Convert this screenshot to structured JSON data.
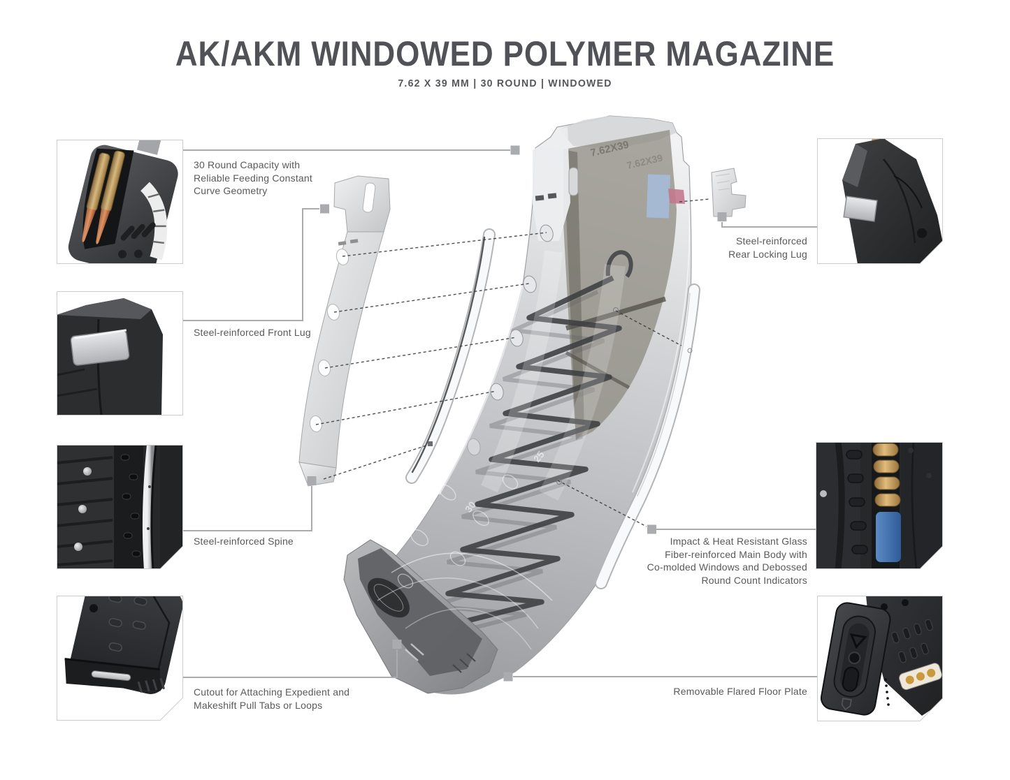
{
  "header": {
    "title": "AK/AKM WINDOWED POLYMER MAGAZINE",
    "subtitle": "7.62 X 39 MM | 30 ROUND | WINDOWED"
  },
  "callouts": {
    "left": [
      {
        "name": "capacity",
        "lines": [
          "30 Round Capacity with",
          "Reliable Feeding Constant",
          "Curve Geometry"
        ]
      },
      {
        "name": "front-lug",
        "lines": [
          "Steel-reinforced Front Lug"
        ]
      },
      {
        "name": "spine",
        "lines": [
          "Steel-reinforced Spine"
        ]
      },
      {
        "name": "pull-tab-cutout",
        "lines": [
          "Cutout for Attaching Expedient and",
          "Makeshift Pull Tabs or Loops"
        ]
      }
    ],
    "right": [
      {
        "name": "rear-locking-lug",
        "lines": [
          "Steel-reinforced",
          "Rear Locking Lug"
        ]
      },
      {
        "name": "main-body",
        "lines": [
          "Impact & Heat Resistant Glass",
          "Fiber-reinforced Main Body with",
          "Co-molded Windows and Debossed",
          "Round Count Indicators"
        ]
      },
      {
        "name": "floor-plate",
        "lines": [
          "Removable Flared Floor Plate"
        ]
      }
    ]
  },
  "diagram": {
    "body_marking": "7.62X39",
    "round_counts": [
      "25",
      "30"
    ]
  },
  "colors": {
    "title_text": "#515257",
    "label_text": "#58595b",
    "connector_line": "#a9abae",
    "dash_line": "#3b3c3e",
    "photo_border": "#cacccd",
    "follower_blue": "#a4bedc",
    "follower_pink": "#c4798f",
    "brass": "#c9a25c"
  }
}
